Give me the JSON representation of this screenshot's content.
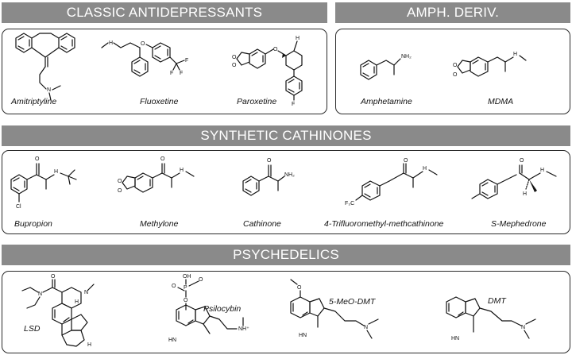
{
  "sections": {
    "classic": "CLASSIC ANTIDEPRESSANTS",
    "amph": "AMPH. DERIV.",
    "cathinones": "SYNTHETIC CATHINONES",
    "psychedelics": "PSYCHEDELICS"
  },
  "compounds": {
    "amitriptyline": "Amitriptyline",
    "fluoxetine": "Fluoxetine",
    "paroxetine": "Paroxetine",
    "amphetamine": "Amphetamine",
    "mdma": "MDMA",
    "bupropion": "Bupropion",
    "methylone": "Methylone",
    "cathinone": "Cathinone",
    "tfmmc": "4-Trifluoromethyl-methcathinone",
    "mephedrone": "S-Mephedrone",
    "lsd": "LSD",
    "psilocybin": "Psilocybin",
    "meodmt": "5-MeO-DMT",
    "dmt": "DMT"
  },
  "atoms": {
    "nh": "H",
    "n": "N",
    "nh2": "NH₂",
    "f": "F",
    "cl": "Cl",
    "o": "O",
    "oh": "OH",
    "hn": "HN",
    "nh_plus": "NH⁺",
    "f3c": "F₃C",
    "h": "H",
    "p": "P"
  }
}
